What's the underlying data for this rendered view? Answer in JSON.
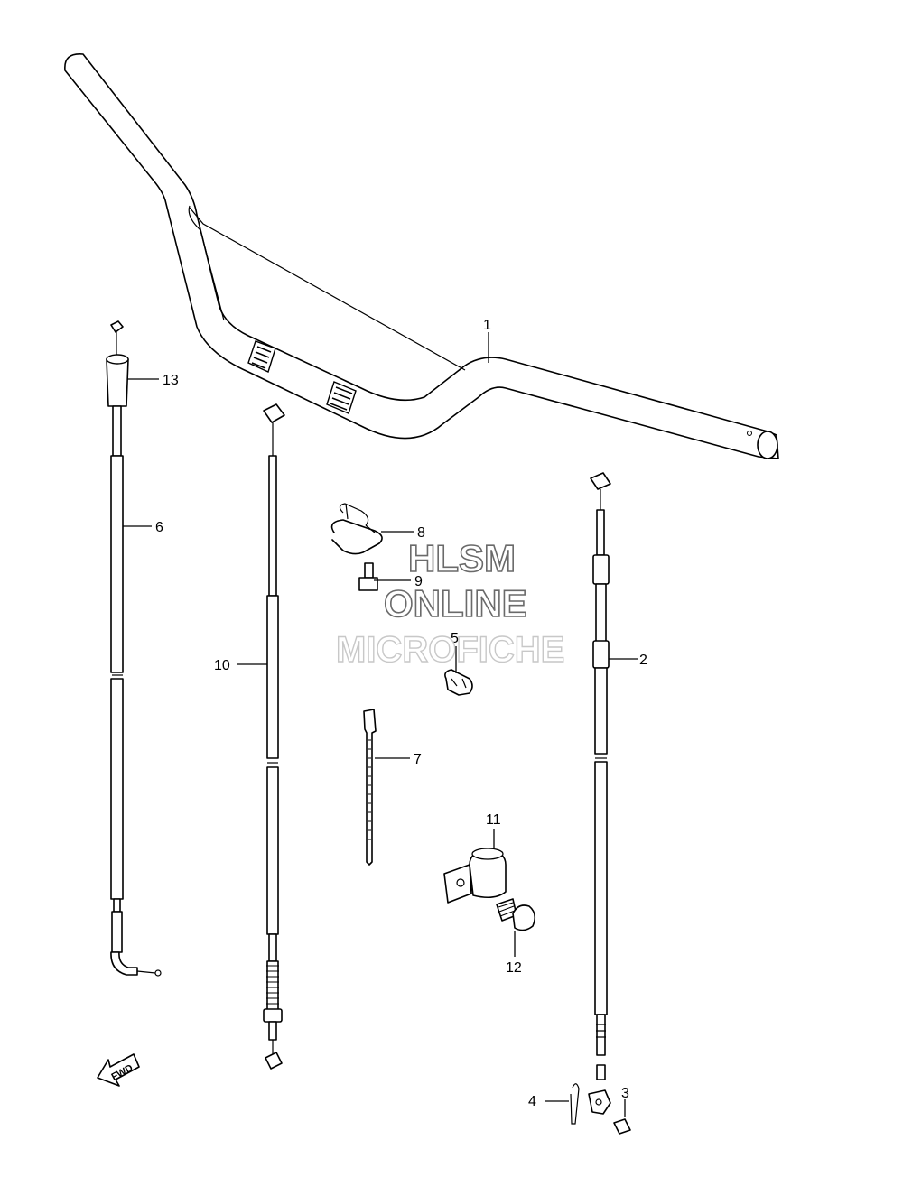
{
  "watermark": {
    "line1": "HLSM",
    "line2": "ONLINE",
    "line3": "MICROFICHE"
  },
  "fwd_label": "FWD",
  "callouts": [
    {
      "id": "1",
      "part": "handlebar"
    },
    {
      "id": "2",
      "part": "throttle-cable-right"
    },
    {
      "id": "3",
      "part": "pin"
    },
    {
      "id": "4",
      "part": "cotter-pin"
    },
    {
      "id": "5",
      "part": "cable-clip"
    },
    {
      "id": "6",
      "part": "clutch-cable-left"
    },
    {
      "id": "7",
      "part": "cable-tie"
    },
    {
      "id": "8",
      "part": "cable-guide"
    },
    {
      "id": "9",
      "part": "bolt"
    },
    {
      "id": "10",
      "part": "center-cable"
    },
    {
      "id": "11",
      "part": "clamp-bracket"
    },
    {
      "id": "12",
      "part": "bolt-large"
    },
    {
      "id": "13",
      "part": "cable-end-boot"
    }
  ]
}
